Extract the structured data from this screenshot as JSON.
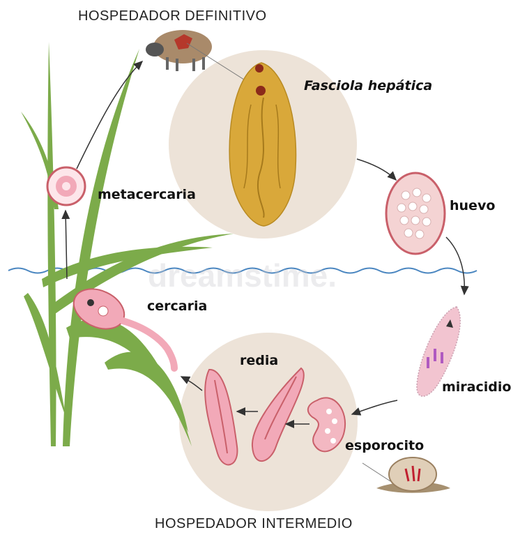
{
  "hosts": {
    "definitive": "HOSPEDADOR DEFINITIVO",
    "intermediate": "HOSPEDADOR INTERMEDIO"
  },
  "title": "Fasciola hepática",
  "stages": {
    "huevo": "huevo",
    "miracidio": "miracidio",
    "esporocito": "esporocito",
    "redia": "redia",
    "cercaria": "cercaria",
    "metacercaria": "metacercaria"
  },
  "watermark": "dreamstime.",
  "colors": {
    "circle_bg": "#ede3d8",
    "fluke": "#d9a83a",
    "pink": "#f2a9b8",
    "grass": "#7cab4a",
    "water": "#4a86c0",
    "sheep": "#a98a6a"
  }
}
